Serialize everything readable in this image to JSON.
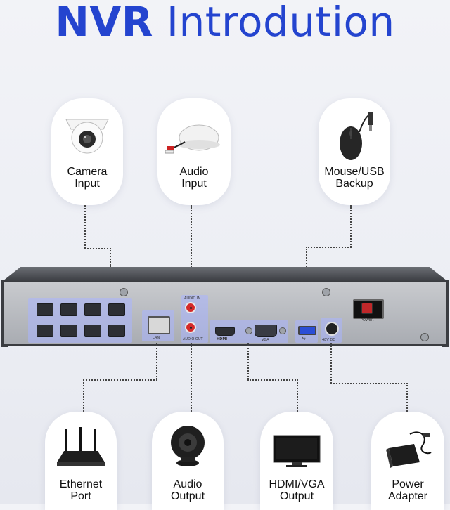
{
  "title": {
    "bold": "NVR",
    "light": "Introdution"
  },
  "top_labels": {
    "camera": [
      "Camera",
      "Input"
    ],
    "audio_in": [
      "Audio",
      "Input"
    ],
    "mouse": [
      "Mouse/USB",
      "Backup"
    ]
  },
  "bottom_labels": {
    "ethernet": [
      "Ethernet",
      "Port"
    ],
    "audio_out": [
      "Audio",
      "Output"
    ],
    "hdmi": [
      "HDMI/VGA",
      "Output"
    ],
    "power": [
      "Power",
      "Adapter"
    ]
  },
  "panel": {
    "hdmi_label": "HDMI",
    "vga_label": "VGA",
    "lan_label": "LAN",
    "audio_in_label": "AUDIO IN",
    "audio_out_label": "AUDIO OUT",
    "power_label": "POWER",
    "dc_label": "48V DC"
  },
  "colors": {
    "title": "#2444cf",
    "highlight": "#aab4ff"
  }
}
